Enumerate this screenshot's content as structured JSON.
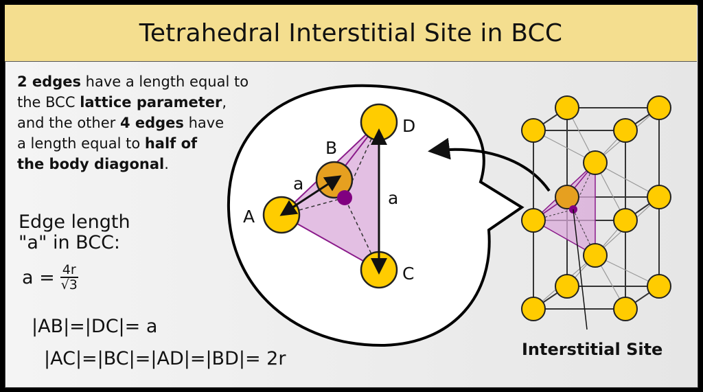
{
  "title": "Tetrahedral Interstitial Site in BCC",
  "description": {
    "line1": [
      "2 edges",
      " have a length equal to"
    ],
    "line2": [
      "the BCC ",
      "lattice parameter",
      ","
    ],
    "line3": [
      "and the other ",
      "4 edges",
      " have"
    ],
    "line4": [
      "a length equal to ",
      "half of"
    ],
    "line5": [
      "the body diagonal",
      "."
    ]
  },
  "edge_length": {
    "heading_line1": "Edge length",
    "heading_line2": "\"a\" in BCC:",
    "formula_lhs": "a =",
    "formula_num": "4r",
    "formula_den": "√3",
    "eq1": "|AB|=|DC|= a",
    "eq2": "|AC|=|BC|=|AD|=|BD|= 2r"
  },
  "diagram": {
    "labels": {
      "A": "A",
      "B": "B",
      "C": "C",
      "D": "D",
      "edge_ab": "a",
      "edge_dc": "a"
    },
    "interstitial_label": "Interstitial Site"
  },
  "colors": {
    "atom": "#ffcc00",
    "highlight_atom": "#e6a020",
    "site": "#800080",
    "tetra_fill": "#d9aad9",
    "title_bg": "#f4de8f"
  }
}
